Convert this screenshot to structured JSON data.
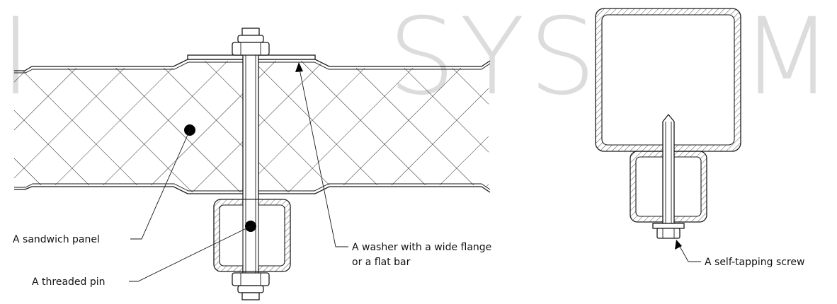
{
  "watermark": {
    "left_text": "I",
    "right_text": "SYSTEM"
  },
  "labels": {
    "sandwich_panel": "A sandwich panel",
    "threaded_pin": "A threaded pin",
    "washer_line1": "A washer with a wide flange",
    "washer_line2": "or a flat bar",
    "self_tapping_screw": "A self-tapping screw"
  },
  "colors": {
    "line": "#1a1a1a",
    "watermark": "#dcdcdc",
    "background": "#ffffff"
  }
}
